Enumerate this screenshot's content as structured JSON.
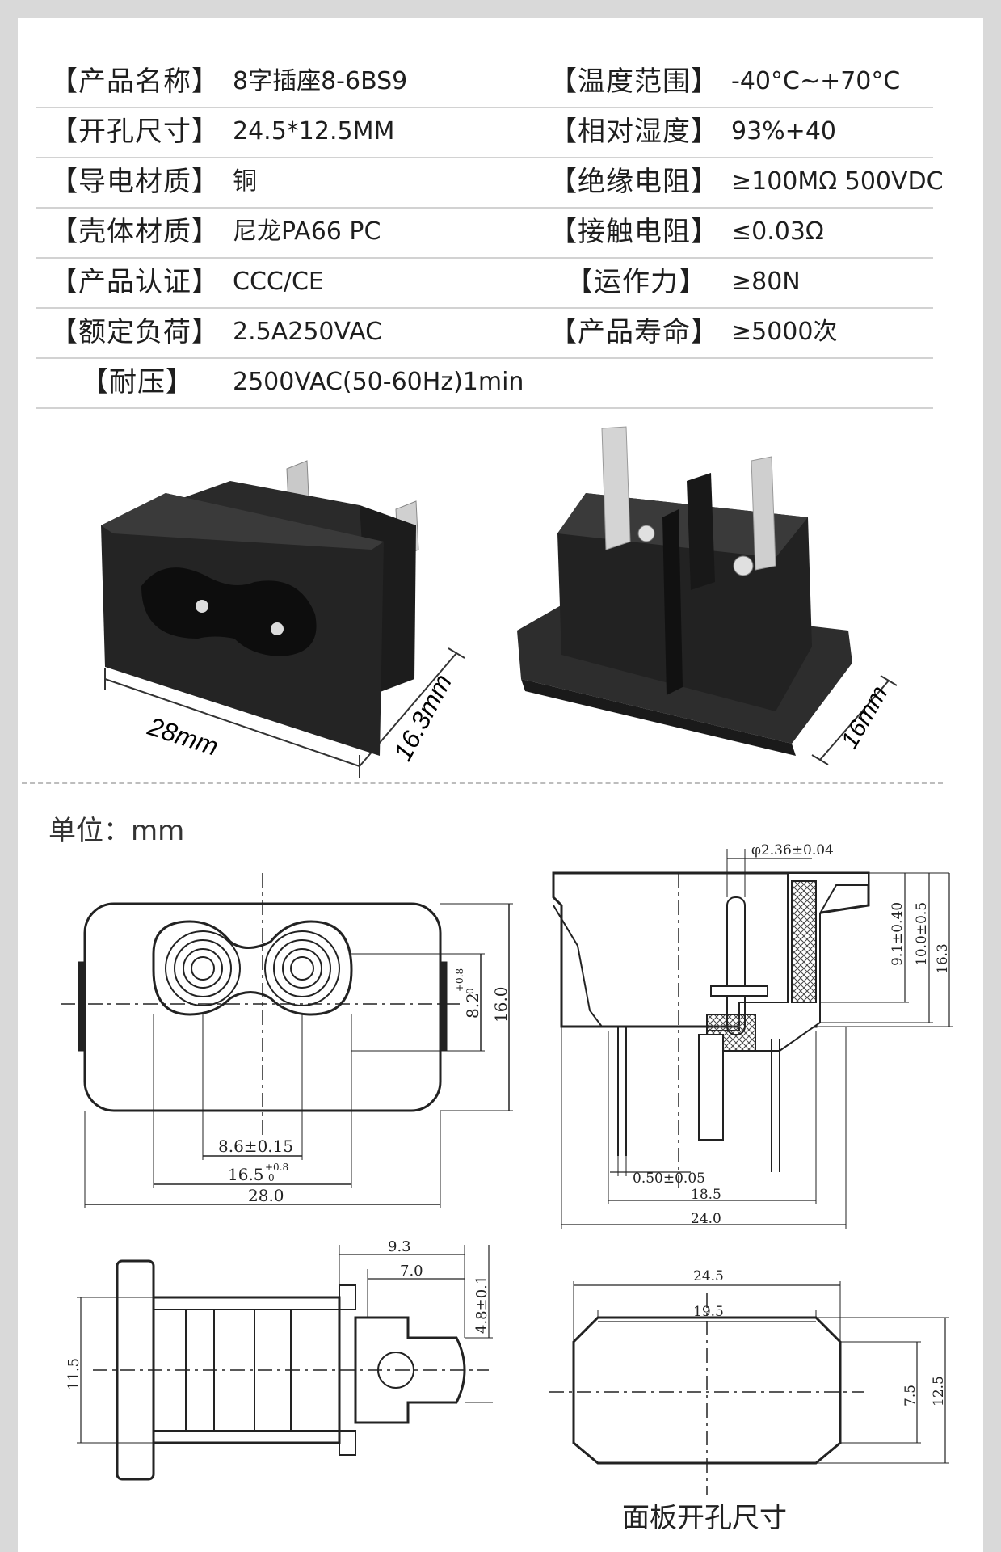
{
  "specs": {
    "left": [
      {
        "label": "【产品名称】",
        "value": "8字插座8-6BS9"
      },
      {
        "label": "【开孔尺寸】",
        "value": "24.5*12.5MM"
      },
      {
        "label": "【导电材质】",
        "value": "铜"
      },
      {
        "label": "【壳体材质】",
        "value": "尼龙PA66 PC"
      },
      {
        "label": "【产品认证】",
        "value": "CCC/CE"
      },
      {
        "label": "【额定负荷】",
        "value": "2.5A250VAC"
      },
      {
        "label": "【耐压】",
        "value": "2500VAC(50-60Hz)1min"
      }
    ],
    "right": [
      {
        "label": "【温度范围】",
        "value": "-40°C~+70°C"
      },
      {
        "label": "【相对湿度】",
        "value": "93%+40"
      },
      {
        "label": "【绝缘电阻】",
        "value": "≥100MΩ 500VDC"
      },
      {
        "label": "【接触电阻】",
        "value": "≤0.03Ω"
      },
      {
        "label": "【运作力】",
        "value": "≥80N"
      },
      {
        "label": "【产品寿命】",
        "value": "≥5000次"
      }
    ]
  },
  "photos": {
    "front_width": "28mm",
    "front_depth": "16.3mm",
    "back_depth": "16mm"
  },
  "unit_label": "单位：mm",
  "drawings": {
    "front": {
      "d1": "8.6±0.15",
      "d2": "16.5",
      "d2_tol_up": "+0.8",
      "d2_tol_down": "0",
      "d3": "28.0",
      "h1": "8.2",
      "h1_tol_up": "+0.8",
      "h1_tol_down": "0",
      "h2": "16.0"
    },
    "side": {
      "top": "φ2.36±0.04",
      "h1": "9.1±0.40",
      "h2": "10.0±0.5",
      "h3": "16.3",
      "b1": "0.50±0.05",
      "b2": "18.5",
      "b3": "24.0"
    },
    "bottom": {
      "d1": "9.3",
      "d2": "7.0",
      "h1": "4.8±0.1",
      "h2": "11.5"
    },
    "cutout": {
      "w1": "24.5",
      "w2": "19.5",
      "h1": "7.5",
      "h2": "12.5"
    }
  },
  "cutout_caption": "面板开孔尺寸"
}
